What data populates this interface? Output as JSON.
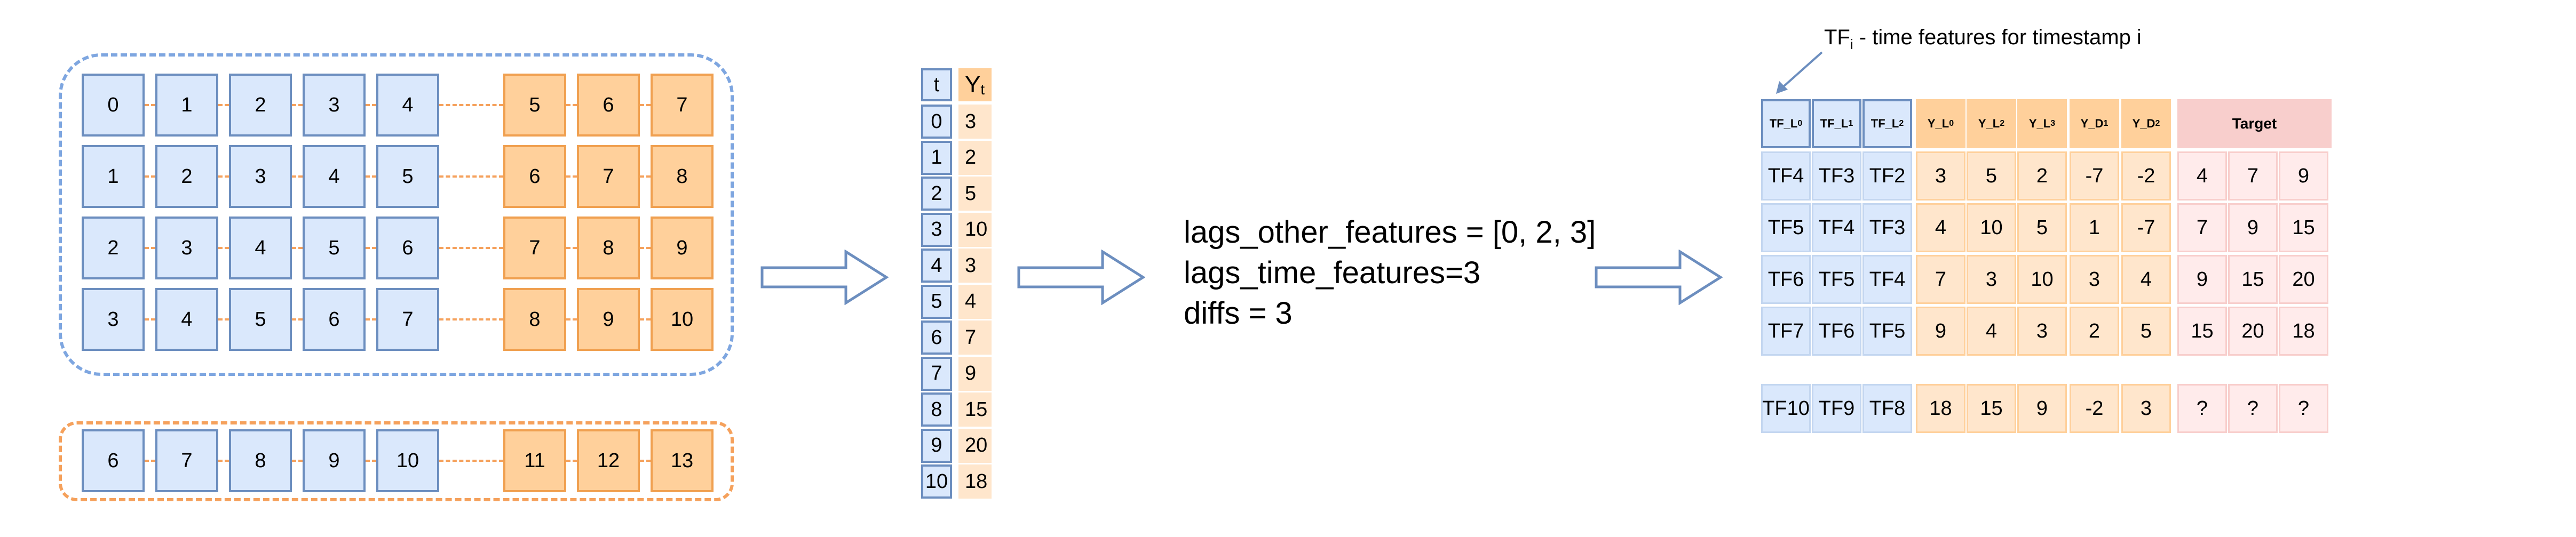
{
  "windows": {
    "train_rows": [
      {
        "inputs": [
          "0",
          "1",
          "2",
          "3",
          "4"
        ],
        "targets": [
          "5",
          "6",
          "7"
        ]
      },
      {
        "inputs": [
          "1",
          "2",
          "3",
          "4",
          "5"
        ],
        "targets": [
          "6",
          "7",
          "8"
        ]
      },
      {
        "inputs": [
          "2",
          "3",
          "4",
          "5",
          "6"
        ],
        "targets": [
          "7",
          "8",
          "9"
        ]
      },
      {
        "inputs": [
          "3",
          "4",
          "5",
          "6",
          "7"
        ],
        "targets": [
          "8",
          "9",
          "10"
        ]
      }
    ],
    "predict_row": {
      "inputs": [
        "6",
        "7",
        "8",
        "9",
        "10"
      ],
      "targets": [
        "11",
        "12",
        "13"
      ]
    }
  },
  "series": {
    "header_t": "t",
    "header_y": "Y",
    "header_y_sub": "t",
    "t": [
      "0",
      "1",
      "2",
      "3",
      "4",
      "5",
      "6",
      "7",
      "8",
      "9",
      "10"
    ],
    "y": [
      "3",
      "2",
      "5",
      "10",
      "3",
      "4",
      "7",
      "9",
      "15",
      "20",
      "18"
    ]
  },
  "params": {
    "line1": "lags_other_features = [0, 2, 3]",
    "line2": "lags_time_features=3",
    "line3": "diffs = 3"
  },
  "features": {
    "note_main": "TF",
    "note_sub": "i",
    "note_rest": " - time features for timestamp i",
    "headers": [
      {
        "main": "TF_L",
        "sub": "0"
      },
      {
        "main": "TF_L",
        "sub": "1"
      },
      {
        "main": "TF_L",
        "sub": "2"
      },
      {
        "main": "Y_L",
        "sub": "0"
      },
      {
        "main": "Y_L",
        "sub": "2"
      },
      {
        "main": "Y_L",
        "sub": "3"
      },
      {
        "main": "Y_D",
        "sub": "1"
      },
      {
        "main": "Y_D",
        "sub": "2"
      }
    ],
    "target_header": "Target",
    "rows": [
      {
        "tf": [
          "TF4",
          "TF3",
          "TF2"
        ],
        "y": [
          "3",
          "5",
          "2",
          "-7",
          "-2"
        ],
        "target": [
          "4",
          "7",
          "9"
        ]
      },
      {
        "tf": [
          "TF5",
          "TF4",
          "TF3"
        ],
        "y": [
          "4",
          "10",
          "5",
          "1",
          "-7"
        ],
        "target": [
          "7",
          "9",
          "15"
        ]
      },
      {
        "tf": [
          "TF6",
          "TF5",
          "TF4"
        ],
        "y": [
          "7",
          "3",
          "10",
          "3",
          "4"
        ],
        "target": [
          "9",
          "15",
          "20"
        ]
      },
      {
        "tf": [
          "TF7",
          "TF6",
          "TF5"
        ],
        "y": [
          "9",
          "4",
          "3",
          "2",
          "5"
        ],
        "target": [
          "15",
          "20",
          "18"
        ]
      }
    ],
    "predict_row": {
      "tf": [
        "TF10",
        "TF9",
        "TF8"
      ],
      "y": [
        "18",
        "15",
        "9",
        "-2",
        "3"
      ],
      "target": [
        "?",
        "?",
        "?"
      ]
    }
  },
  "colors": {
    "blue_fill": "#dae8fc",
    "blue_stroke": "#6c8ebf",
    "orange_fill": "#ffd09b",
    "orange_light": "#ffe6cc",
    "pink_fill": "#ffebeb",
    "pink_header": "#f8cecc"
  }
}
